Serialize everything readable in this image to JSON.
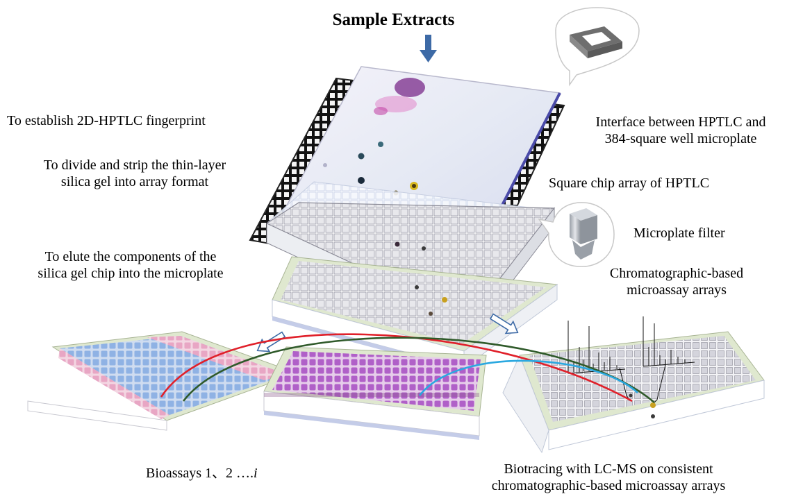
{
  "title": "Sample Extracts",
  "labels": {
    "fingerprint": "To establish 2D-HPTLC fingerprint",
    "divide_1": "To divide and strip the thin-layer",
    "divide_2": "silica gel into array format",
    "elute_1": "To elute the components of the",
    "elute_2": "silica gel chip into the microplate",
    "interface_1": "Interface between HPTLC and",
    "interface_2": "384-square well microplate",
    "chip_array": "Square chip array of HPTLC",
    "filter": "Microplate filter",
    "micro_1": "Chromatographic-based",
    "micro_2": "microassay arrays",
    "bioassays": "Bioassays 1、2 ….",
    "bioassays_i": "i",
    "biotracing_1": "Biotracing with LC-MS on consistent",
    "biotracing_2": "chromatographic-based microassay arrays"
  },
  "colors": {
    "arrow_blue": "#3d6aa6",
    "curve_red": "#e0202a",
    "curve_green": "#2f5a2a",
    "curve_cyan": "#2aa8e0",
    "plate_rim": "#dfe8cf",
    "well_blue": "#8fb2e4",
    "well_pink": "#e8a6c4",
    "well_magenta": "#b060c8"
  },
  "icons": [
    "down-arrow-icon",
    "hollow-arrow-left-icon",
    "hollow-arrow-right-icon",
    "interface-frame-icon",
    "filter-icon",
    "mass-spectrum-icon"
  ]
}
